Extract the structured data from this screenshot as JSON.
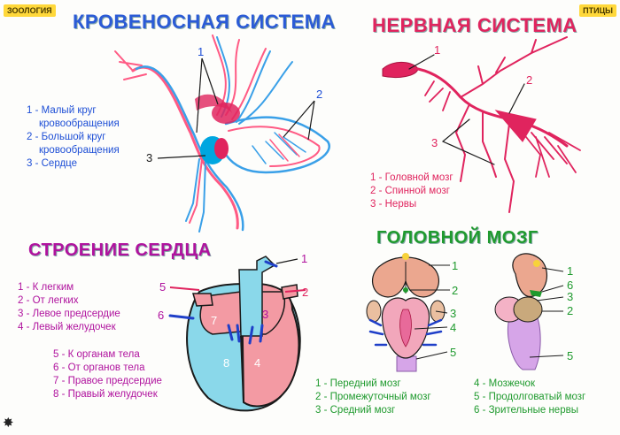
{
  "tags": {
    "left": "ЗООЛОГИЯ",
    "right": "ПТИЦЫ"
  },
  "circulatory": {
    "title": "КРОВЕНОСНАЯ  СИСТЕМА",
    "legend": [
      "1 - Малый круг",
      "кровообращения",
      "2 - Большой круг",
      "кровообращения",
      "3 - Сердце"
    ],
    "labels": [
      "1",
      "2",
      "3"
    ]
  },
  "nervous": {
    "title": "НЕРВНАЯ СИСТЕМА",
    "legend": [
      "1 - Головной мозг",
      "2 - Спинной мозг",
      "3 - Нервы"
    ],
    "labels": [
      "1",
      "2",
      "3"
    ]
  },
  "heart": {
    "title": "СТРОЕНИЕ СЕРДЦА",
    "legend_a": [
      "1 - К легким",
      "2 - От легких",
      "3 - Левое предсердие",
      "4 - Левый желудочек"
    ],
    "legend_b": [
      "5 - К органам тела",
      "6 - От органов тела",
      "7 - Правое предсердие",
      "8 - Правый желудочек"
    ],
    "labels": [
      "1",
      "2",
      "3",
      "4",
      "5",
      "6",
      "7",
      "8"
    ]
  },
  "brain": {
    "title": "ГОЛОВНОЙ МОЗГ",
    "legend_a": [
      "1 - Передний мозг",
      "2 - Промежуточный мозг",
      "3 - Средний мозг"
    ],
    "legend_b": [
      "4 -  Мозжечок",
      "5 - Продолговатый мозг",
      "6 - Зрительные нервы"
    ],
    "top_labels": [
      "1",
      "2",
      "3",
      "4",
      "5"
    ],
    "side_labels": [
      "1",
      "6",
      "3",
      "2",
      "5"
    ]
  },
  "colors": {
    "blue": "#1e4fd6",
    "red": "#e0245e",
    "magenta": "#b0139e",
    "green": "#1f9a2e",
    "cyan": "#48c6e6",
    "pink": "#ef8f96"
  }
}
